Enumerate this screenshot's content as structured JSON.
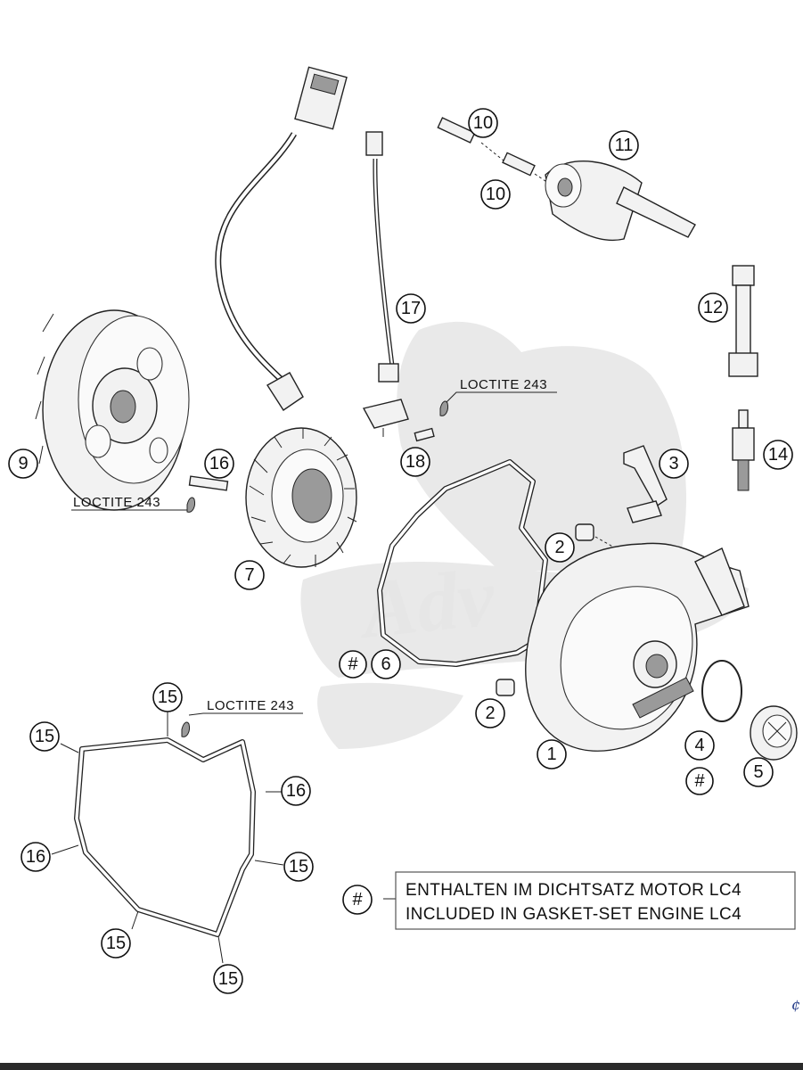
{
  "diagram": {
    "callouts": [
      {
        "id": "c1",
        "label": "1"
      },
      {
        "id": "c2a",
        "label": "2"
      },
      {
        "id": "c2b",
        "label": "2"
      },
      {
        "id": "c3",
        "label": "3"
      },
      {
        "id": "c4",
        "label": "4"
      },
      {
        "id": "c4h",
        "label": "#"
      },
      {
        "id": "c5",
        "label": "5"
      },
      {
        "id": "c6h",
        "label": "#"
      },
      {
        "id": "c6",
        "label": "6"
      },
      {
        "id": "c7",
        "label": "7"
      },
      {
        "id": "c9",
        "label": "9"
      },
      {
        "id": "c10a",
        "label": "10"
      },
      {
        "id": "c10b",
        "label": "10"
      },
      {
        "id": "c11",
        "label": "11"
      },
      {
        "id": "c12",
        "label": "12"
      },
      {
        "id": "c14",
        "label": "14"
      },
      {
        "id": "c15a",
        "label": "15"
      },
      {
        "id": "c15b",
        "label": "15"
      },
      {
        "id": "c15c",
        "label": "15"
      },
      {
        "id": "c15d",
        "label": "15"
      },
      {
        "id": "c15e",
        "label": "15"
      },
      {
        "id": "c16a",
        "label": "16"
      },
      {
        "id": "c16b",
        "label": "16"
      },
      {
        "id": "c16c",
        "label": "16"
      },
      {
        "id": "c17",
        "label": "17"
      },
      {
        "id": "c18",
        "label": "18"
      },
      {
        "id": "cnote",
        "label": "#"
      }
    ],
    "loctite_labels": [
      "LOCTITE 243",
      "LOCTITE 243",
      "LOCTITE 243"
    ],
    "note": {
      "line1": "ENTHALTEN IM DICHTSATZ MOTOR LC4",
      "line2": "INCLUDED IN GASKET-SET ENGINE LC4"
    },
    "corner_mark": "¢"
  },
  "colors": {
    "line": "#222222",
    "watermark": "#e9e9e9",
    "background": "#ffffff"
  }
}
